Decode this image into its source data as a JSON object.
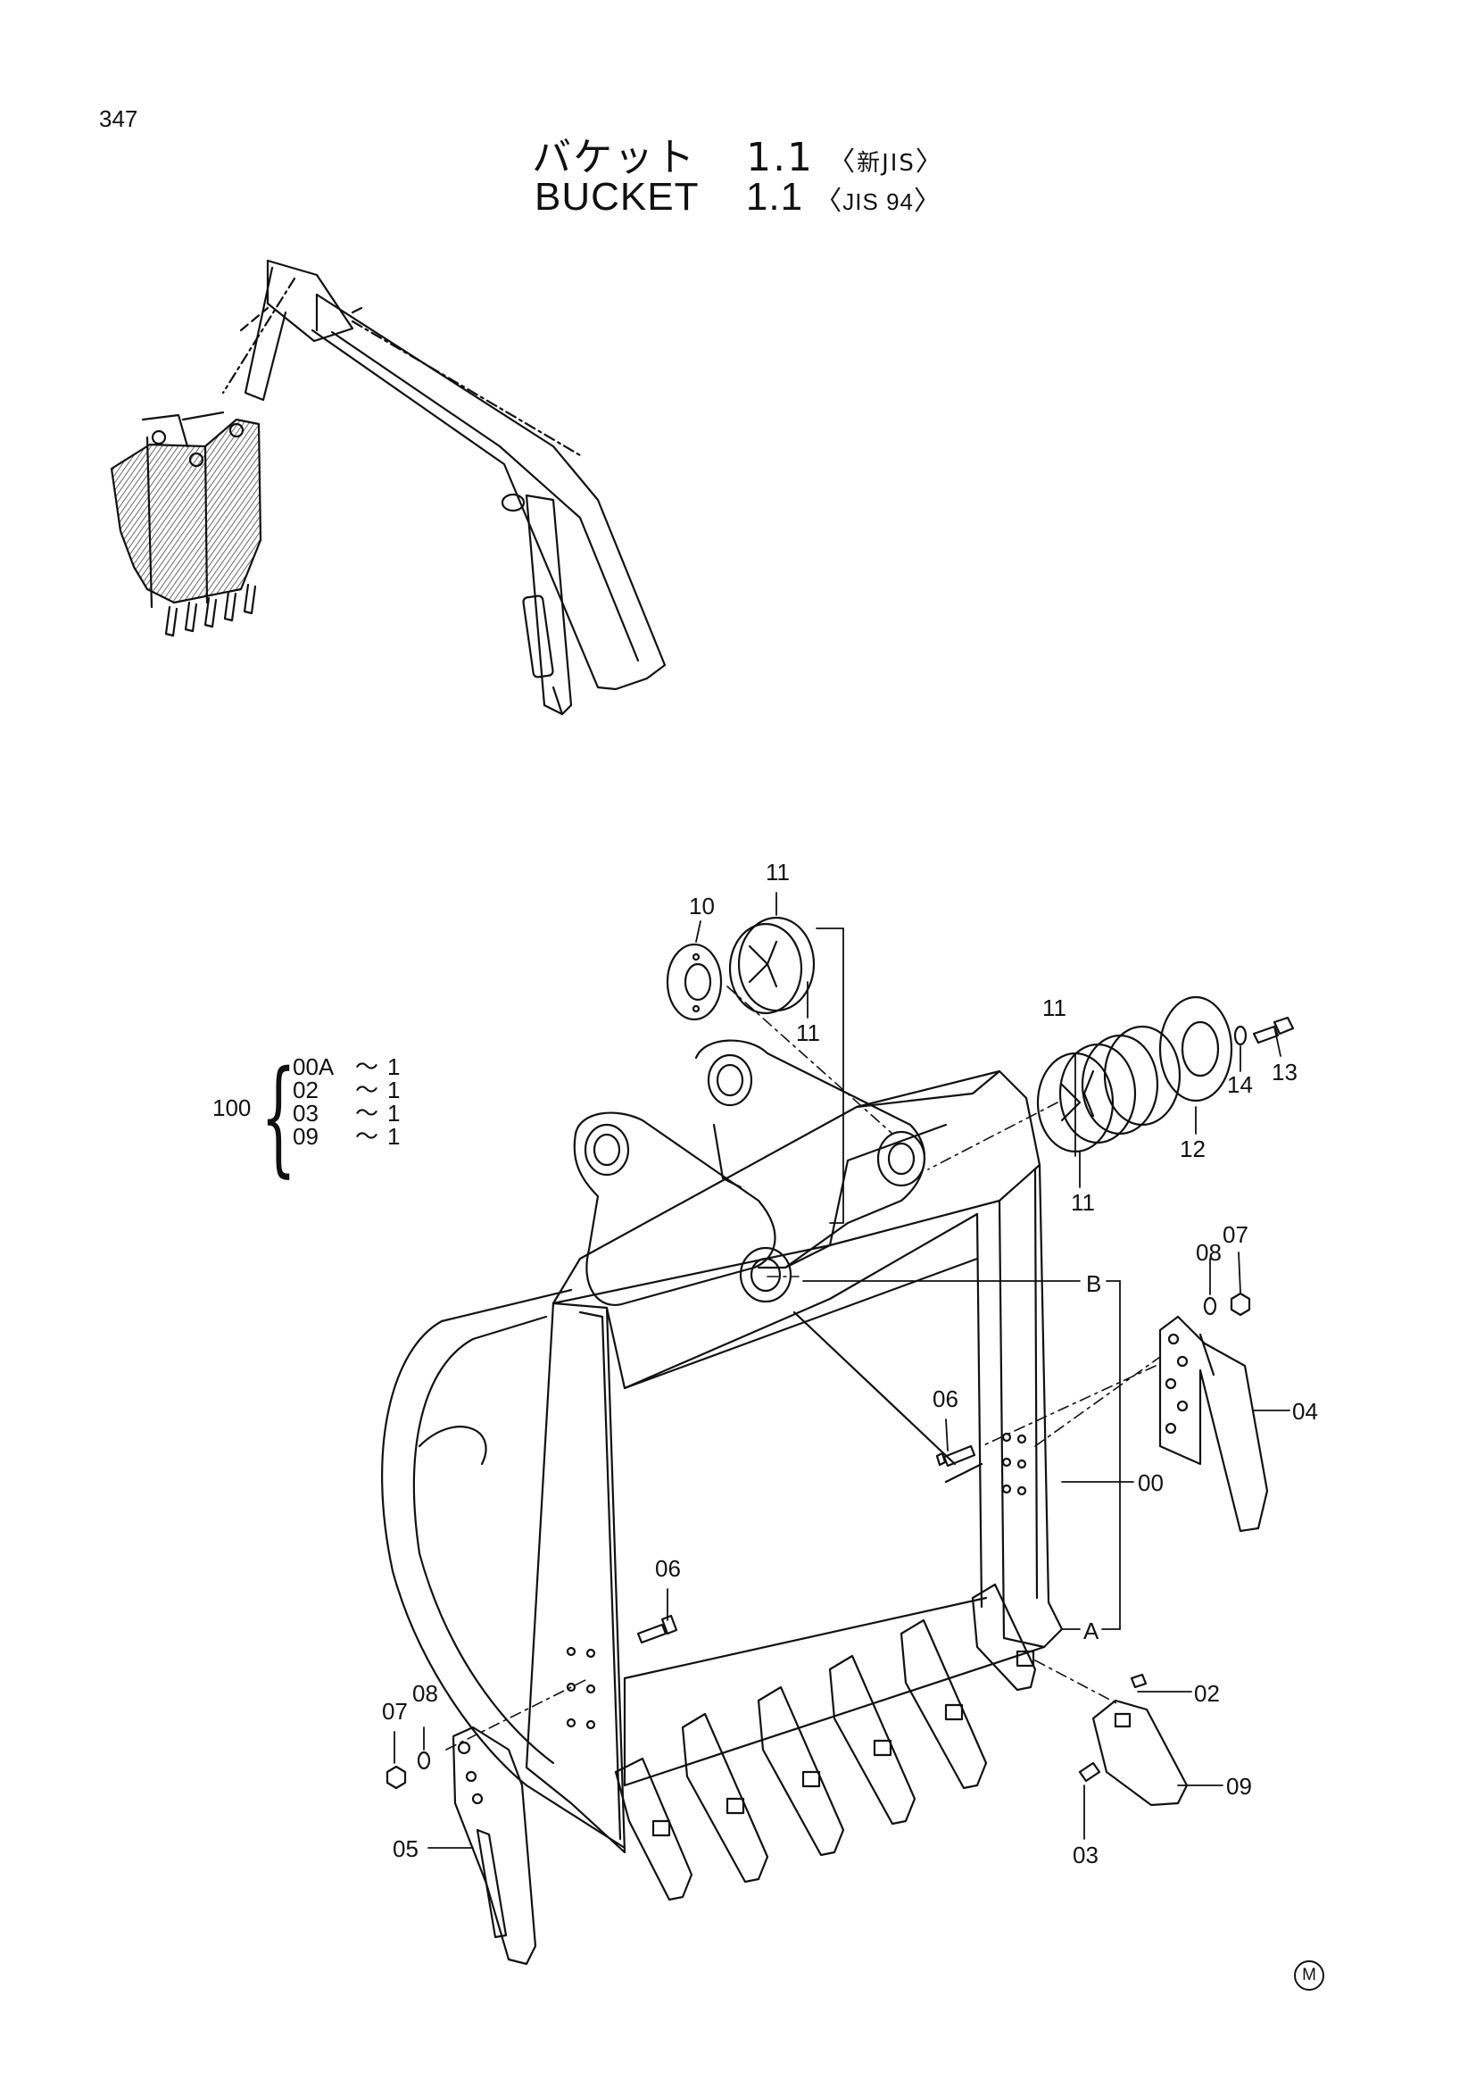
{
  "page_number": "347",
  "title": {
    "ja_name": "バケット",
    "ja_size": "1.1",
    "ja_standard": "新JIS",
    "en_name": "BUCKET",
    "en_size": "1.1",
    "en_standard": "JIS 94",
    "bracket_open": "〈",
    "bracket_close": "〉"
  },
  "kit": {
    "number": "100",
    "rows": [
      {
        "code": "00A",
        "sep": "〜",
        "qty": "1"
      },
      {
        "code": "02",
        "sep": "〜",
        "qty": "1"
      },
      {
        "code": "03",
        "sep": "〜",
        "qty": "1"
      },
      {
        "code": "09",
        "sep": "〜",
        "qty": "1"
      }
    ]
  },
  "callouts": {
    "c00": "00",
    "c02": "02",
    "c03": "03",
    "c04": "04",
    "c05": "05",
    "c06_left": "06",
    "c06_right": "06",
    "c07_left": "07",
    "c07_right": "07",
    "c08_left": "08",
    "c08_right": "08",
    "c09": "09",
    "c10": "10",
    "c11_a": "11",
    "c11_b": "11",
    "c11_c": "11",
    "c11_d": "11",
    "c12": "12",
    "c13": "13",
    "c14": "14",
    "ref_a": "A",
    "ref_b": "B"
  },
  "mark": "M"
}
